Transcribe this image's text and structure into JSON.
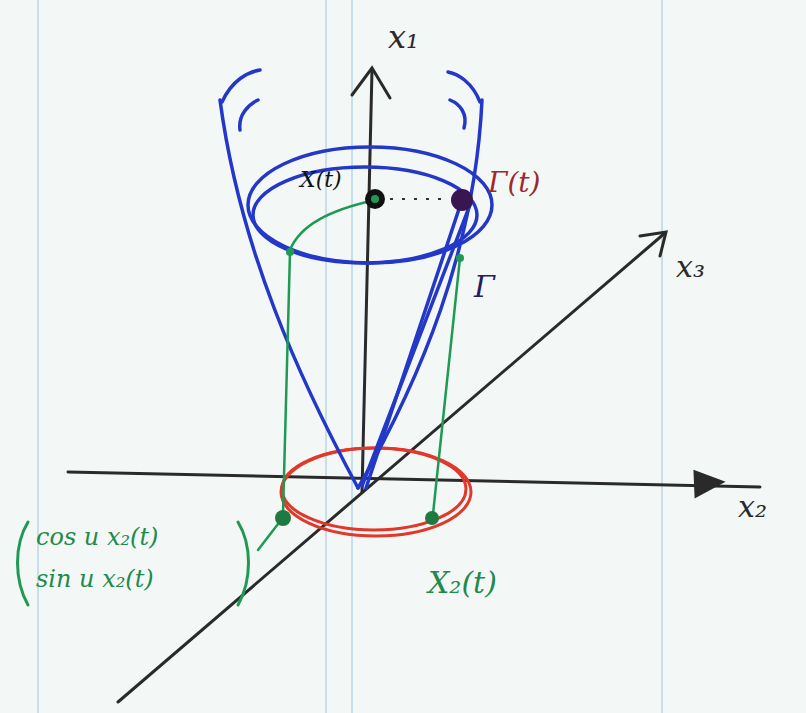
{
  "diagram": {
    "labels": [
      "x₁",
      "X(t)",
      "Γ(t)",
      "Γ",
      "x₃",
      "x₂",
      "cos u x₂(t)",
      "sin u x₂(t)",
      "X₂(t)"
    ]
  }
}
